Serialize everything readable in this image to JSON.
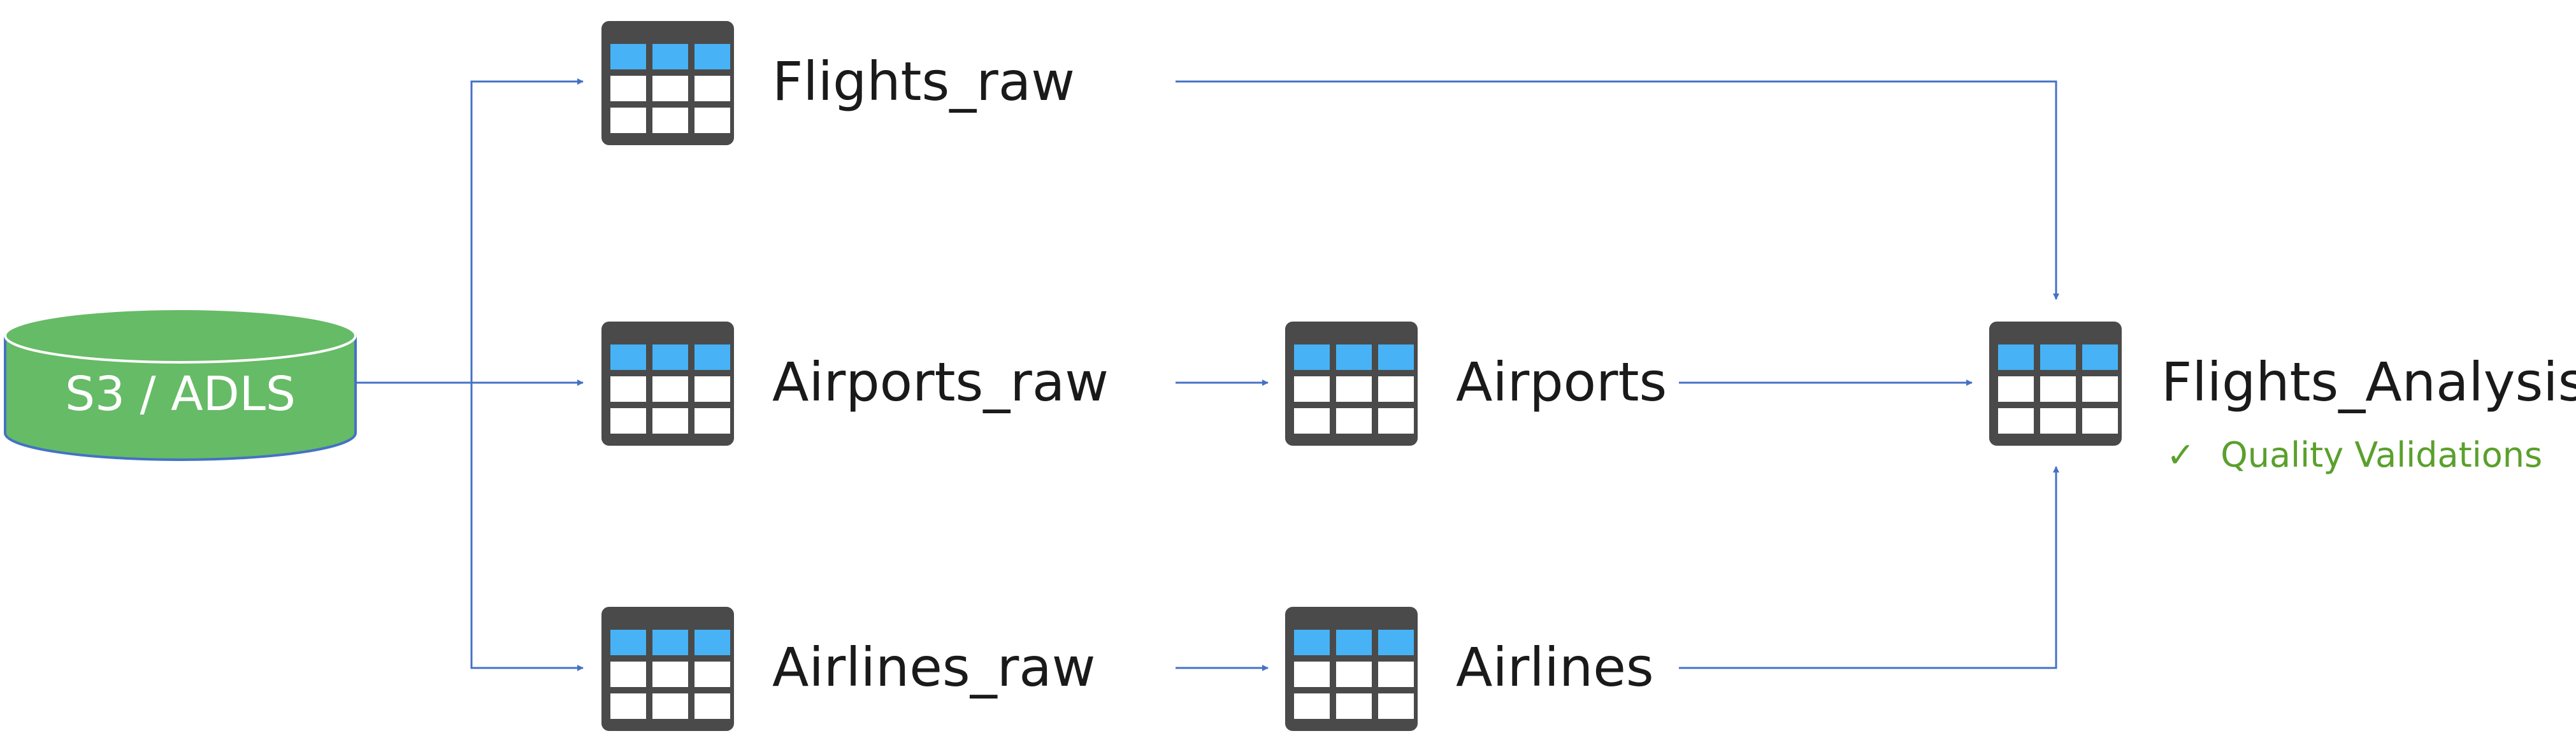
{
  "colors": {
    "arrow": "#4472c4",
    "table_frame": "#4a4a4a",
    "table_header": "#47b2f5",
    "source_fill": "#66bb66",
    "validation_text": "#5aa02c"
  },
  "source": {
    "label": "S3 / ADLS",
    "icon": "database-cylinder-icon"
  },
  "nodes": {
    "flights_raw": {
      "label": "Flights_raw",
      "icon": "table-icon"
    },
    "airports_raw": {
      "label": "Airports_raw",
      "icon": "table-icon"
    },
    "airlines_raw": {
      "label": "Airlines_raw",
      "icon": "table-icon"
    },
    "airports": {
      "label": "Airports",
      "icon": "table-icon"
    },
    "airlines": {
      "label": "Airlines",
      "icon": "table-icon"
    },
    "flights_analysis": {
      "label": "Flights_Analysis",
      "icon": "table-icon"
    }
  },
  "validation": {
    "check": "✓",
    "label": "Quality Validations",
    "icon": "checkmark-icon"
  },
  "edges": [
    {
      "from": "source",
      "to": "flights_raw"
    },
    {
      "from": "source",
      "to": "airports_raw"
    },
    {
      "from": "source",
      "to": "airlines_raw"
    },
    {
      "from": "airports_raw",
      "to": "airports"
    },
    {
      "from": "airlines_raw",
      "to": "airlines"
    },
    {
      "from": "flights_raw",
      "to": "flights_analysis"
    },
    {
      "from": "airports",
      "to": "flights_analysis"
    },
    {
      "from": "airlines",
      "to": "flights_analysis"
    }
  ]
}
